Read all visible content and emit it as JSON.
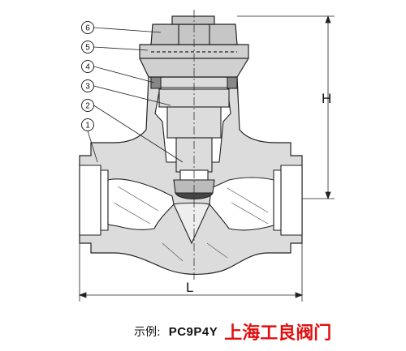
{
  "drawing": {
    "callouts": [
      "6",
      "5",
      "4",
      "3",
      "2",
      "1"
    ],
    "dim_height": "H",
    "dim_length": "L"
  },
  "caption": {
    "prefix": "示例:",
    "model": "PC9P4Y",
    "brand": "上海工良阀门"
  },
  "colors": {
    "body_fill": "#dcdcdc",
    "line": "#222222",
    "brand_red": "#e01010"
  }
}
